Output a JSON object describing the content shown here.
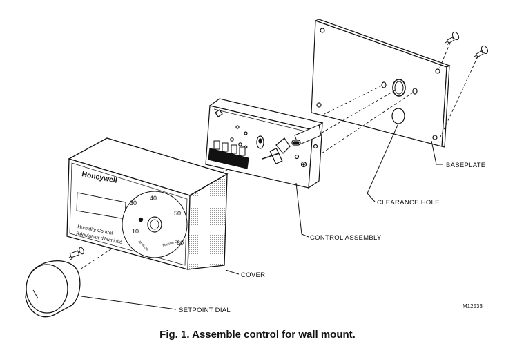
{
  "labels": {
    "baseplate": "BASEPLATE",
    "clearance_hole": "CLEARANCE HOLE",
    "control_assembly": "CONTROL ASSEMBLY",
    "cover": "COVER",
    "setpoint_dial": "SETPOINT DIAL"
  },
  "cover_face": {
    "brand": "Honeywell",
    "product_line1": "Humidity Control",
    "product_line2": "Régulateur d'humidité",
    "dial_numbers": [
      "30",
      "40",
      "50",
      "60",
      "10"
    ],
    "off_label": "Arrêt Off",
    "on_label": "Marche On"
  },
  "figure_id": "M12533",
  "caption": "Fig. 1. Assemble control for wall mount."
}
